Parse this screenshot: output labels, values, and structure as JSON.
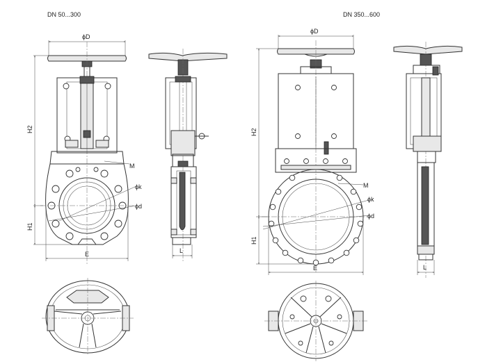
{
  "titles": {
    "small": "DN 50...300",
    "large": "DN 350...600"
  },
  "labels": {
    "phiD": "ϕD",
    "H2": "H2",
    "H1": "H1",
    "E": "E",
    "M": "M",
    "phiK": "ϕk",
    "phid": "ϕd",
    "L": "L"
  }
}
